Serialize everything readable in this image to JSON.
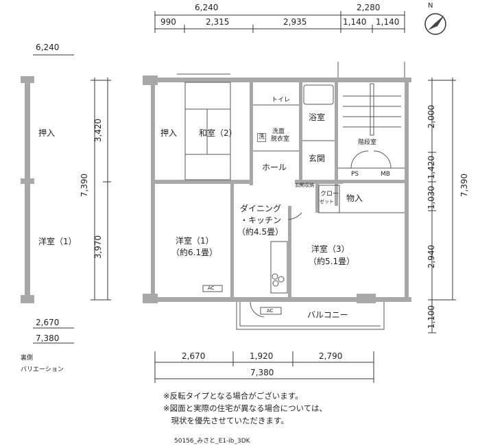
{
  "top_dims": {
    "total_left": "6,240",
    "total_right": "2,280",
    "segments": [
      "990",
      "2,315",
      "2,935",
      "1,140",
      "1,140"
    ]
  },
  "left_dims": {
    "total": "7,390",
    "upper": "3,420",
    "lower": "3,970"
  },
  "right_dims": {
    "total": "7,390",
    "segments": [
      "2,000",
      "1,420",
      "1,030",
      "2,940",
      "1,100"
    ]
  },
  "bottom_dims": {
    "segments": [
      "2,670",
      "1,920",
      "2,790"
    ],
    "total": "7,380"
  },
  "rooms": {
    "oshiire": "押入",
    "washitsu": "和室（2）",
    "toilet": "トイレ",
    "washroom": "洗面\n脱衣室",
    "washroom_l1": "洗面",
    "washroom_l2": "脱衣室",
    "washer": "洗",
    "bath": "浴室",
    "hall": "ホール",
    "genkan": "玄関",
    "genkan_storage": "玄関収納",
    "stairs": "階段室",
    "ps": "PS",
    "mb": "MB",
    "closet_l1": "クロー",
    "closet_l2": "ゼット",
    "storage": "物入",
    "dk_l1": "ダイニング",
    "dk_l2": "・キッチン",
    "dk_l3": "（約4.5畳）",
    "yoshitsu1_l1": "洋室（1）",
    "yoshitsu1_l2": "（約6.1畳）",
    "yoshitsu3_l1": "洋室（3）",
    "yoshitsu3_l2": "（約5.1畳）",
    "ac": "AC",
    "balcony": "バルコニー"
  },
  "variation": {
    "width": "6,240",
    "oshiire": "押入",
    "room": "洋室（1）",
    "dim1": "2,670",
    "dim2": "7,380",
    "label1": "裏側",
    "label2": "バリエーション"
  },
  "notes": [
    "※反転タイプとなる場合がございます。",
    "※図面と実際の住宅が異なる場合については、",
    "　現状を優先させていただきます。"
  ],
  "footer": "50156_みさと_E1-ib_3DK",
  "compass": "N",
  "colors": {
    "wall": "#a8a8a8",
    "line": "#333333"
  }
}
